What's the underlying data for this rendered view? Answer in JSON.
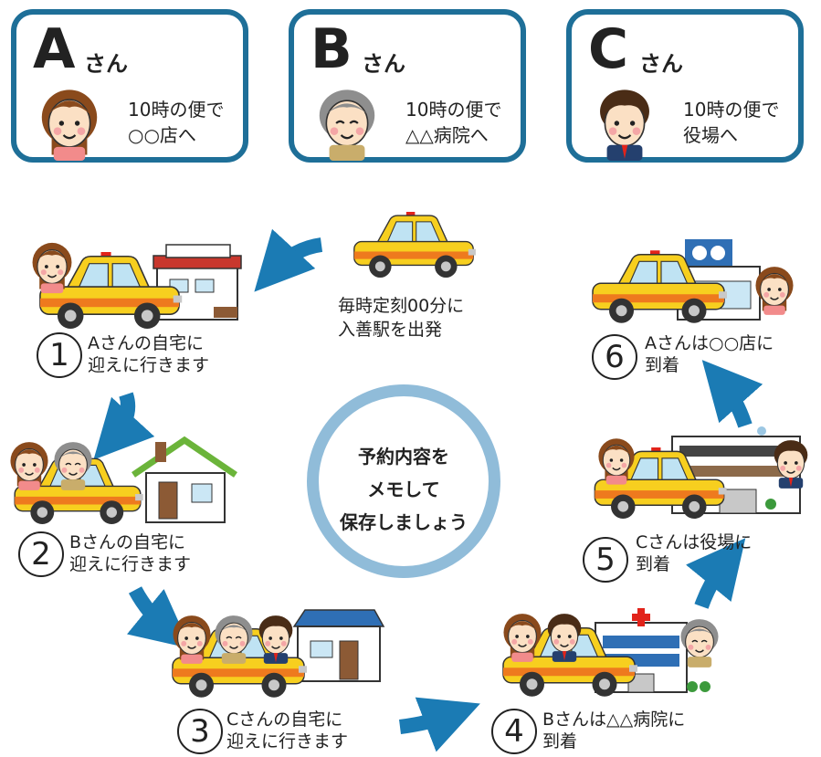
{
  "passengers": [
    {
      "letter": "A",
      "san": "さん",
      "line1": "10時の便で",
      "line2": "○○店へ"
    },
    {
      "letter": "B",
      "san": "さん",
      "line1": "10時の便で",
      "line2": "△△病院へ"
    },
    {
      "letter": "C",
      "san": "さん",
      "line1": "10時の便で",
      "line2": "役場へ"
    }
  ],
  "departure": {
    "line1": "毎時定刻00分に",
    "line2": "入善駅を出発"
  },
  "steps": [
    {
      "num": "1",
      "line1": "Aさんの自宅に",
      "line2": "迎えに行きます"
    },
    {
      "num": "2",
      "line1": "Bさんの自宅に",
      "line2": "迎えに行きます"
    },
    {
      "num": "3",
      "line1": "Cさんの自宅に",
      "line2": "迎えに行きます"
    },
    {
      "num": "4",
      "line1": "Bさんは△△病院に",
      "line2": "到着"
    },
    {
      "num": "5",
      "line1": "Cさんは役場に",
      "line2": "到着"
    },
    {
      "num": "6",
      "line1": "Aさんは○○店に",
      "line2": "到着"
    }
  ],
  "center": {
    "line1": "予約内容を",
    "line2": "メモして",
    "line3": "保存しましょう"
  },
  "colors": {
    "card_border": "#1e6f98",
    "arrow": "#1b7bb4",
    "center_ring": "#90bcd9",
    "taxi_body": "#f7cf1f",
    "taxi_stripe": "#ee7a1e"
  }
}
